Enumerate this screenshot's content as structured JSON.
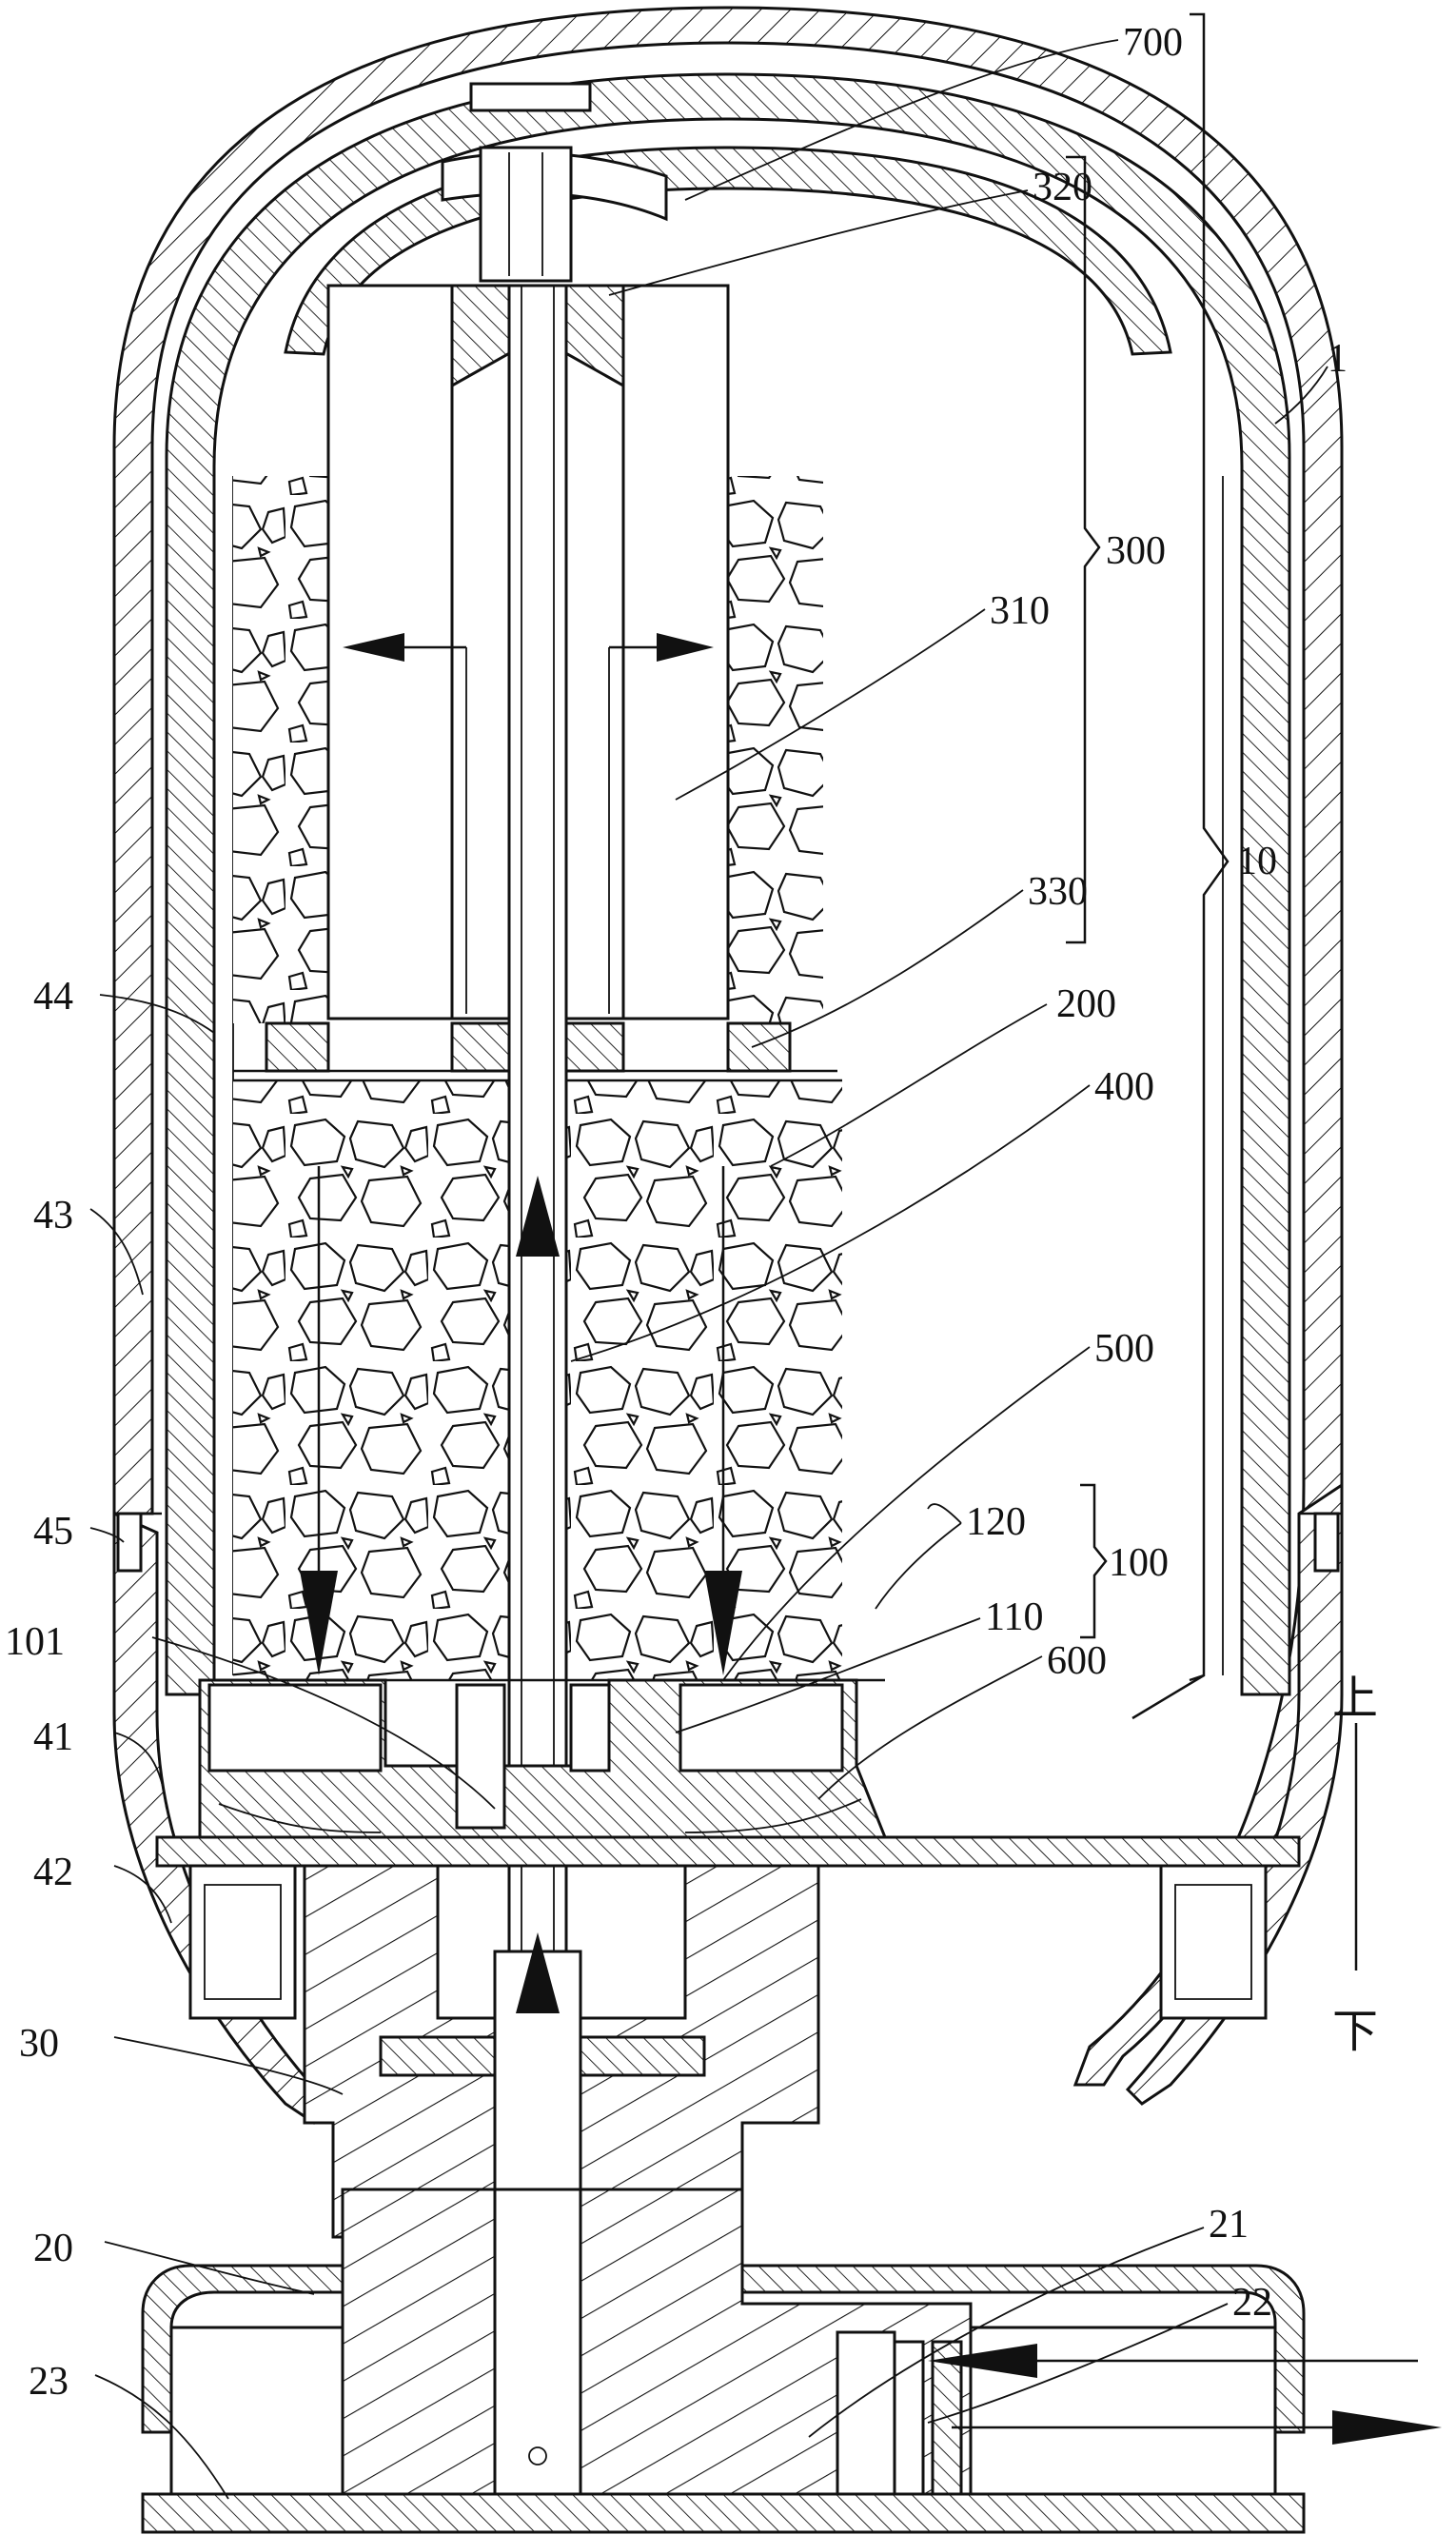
{
  "labels": {
    "l700": "700",
    "l320": "320",
    "l1": "1",
    "l300": "300",
    "l310": "310",
    "l10": "10",
    "l330": "330",
    "l200": "200",
    "l400": "400",
    "l44": "44",
    "l43": "43",
    "l500": "500",
    "l45": "45",
    "l120": "120",
    "l100": "100",
    "l110": "110",
    "l101": "101",
    "l600": "600",
    "l41": "41",
    "l42": "42",
    "l30": "30",
    "l21": "21",
    "l20": "20",
    "l22": "22",
    "l23": "23"
  },
  "direction": {
    "up": "上",
    "down": "下"
  }
}
